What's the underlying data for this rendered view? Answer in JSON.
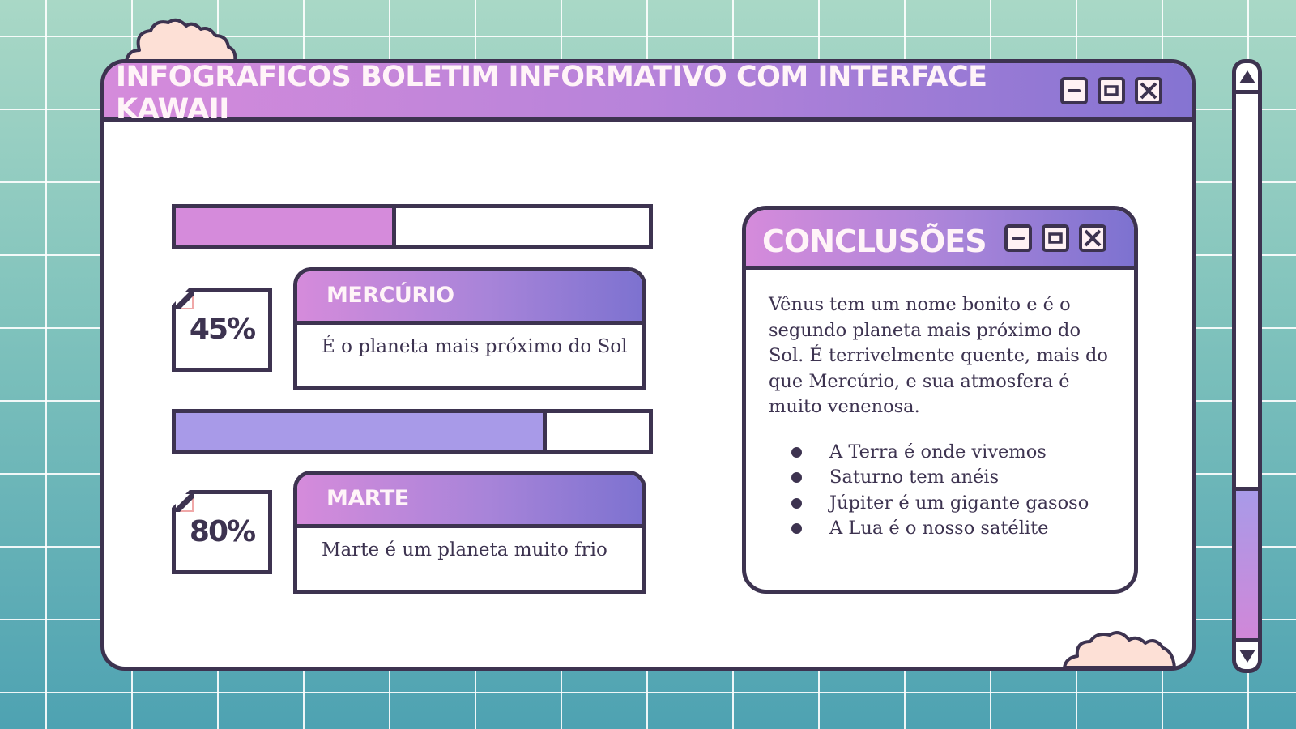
{
  "window": {
    "title": "Infográficos boletim informativo com interface kawaii",
    "controls": [
      "minimize",
      "maximize",
      "close"
    ]
  },
  "colors": {
    "ink": "#3d3350",
    "pink": "#d58bdb",
    "violet": "#8574d2",
    "lavender_bar": "#a89ae8",
    "cloud": "#fde0d6",
    "teal_bg": "#5aaab4"
  },
  "metrics": [
    {
      "name": "Mercúrio",
      "percent_label": "45%",
      "percent": 45,
      "bar_color": "#d58bdb",
      "description": "É o planeta mais próximo do Sol"
    },
    {
      "name": "Marte",
      "percent_label": "80%",
      "percent": 80,
      "bar_color": "#a89ae8",
      "description": "Marte é um planeta muito frio"
    }
  ],
  "conclusions": {
    "title": "Conclusões",
    "paragraph": "Vênus tem um nome bonito e é o segundo planeta mais próximo do Sol. É terrivelmente quente, mais do que Mercúrio, e sua atmosfera é muito venenosa.",
    "bullets": [
      "A Terra é onde vivemos",
      "Saturno tem anéis",
      "Júpiter é um gigante gasoso",
      "A Lua é o nosso satélite"
    ]
  },
  "scrollbar": {
    "up_icon": "triangle-up",
    "down_icon": "triangle-down"
  }
}
